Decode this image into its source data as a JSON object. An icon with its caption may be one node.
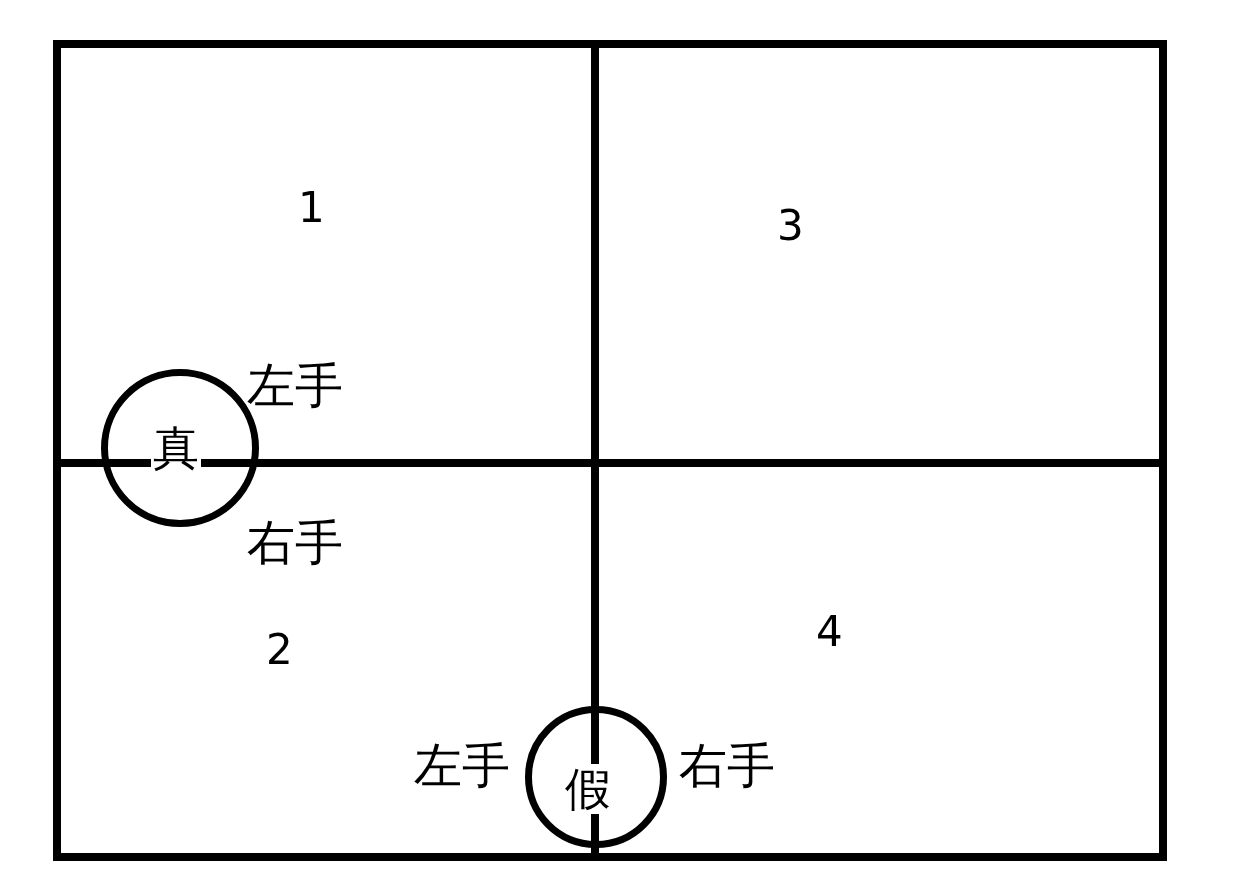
{
  "diagram": {
    "nodes": [
      {
        "text": [
          "1"
        ]
      },
      {
        "text": [
          "3"
        ]
      },
      {
        "text": [
          "2"
        ]
      },
      {
        "text": [
          "4"
        ]
      },
      {
        "text": [
          "真"
        ]
      },
      {
        "text": [
          "假"
        ]
      }
    ],
    "edges": [],
    "labels": [
      "左手",
      "右手",
      "左手",
      "右手"
    ]
  }
}
